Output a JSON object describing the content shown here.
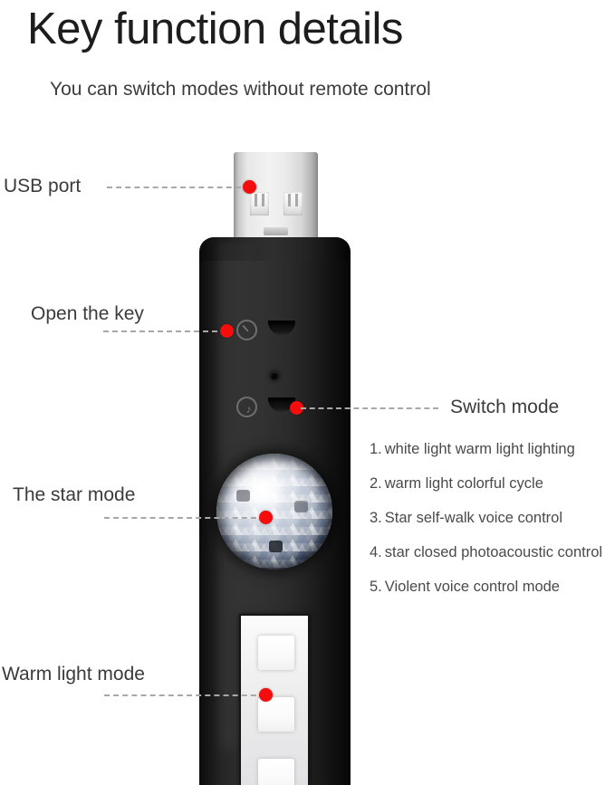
{
  "header": {
    "title": "Key function details",
    "subtitle": "You can switch modes without remote control"
  },
  "callouts": [
    {
      "label": "USB port",
      "name": "usb-port"
    },
    {
      "label": "Open the key",
      "name": "open-the-key"
    },
    {
      "label": "Switch mode",
      "name": "switch-mode"
    },
    {
      "label": "The star mode",
      "name": "the-star-mode"
    },
    {
      "label": "Warm light mode",
      "name": "warm-light-mode"
    }
  ],
  "modes": {
    "items": [
      {
        "num": "1.",
        "text": "white light warm light lighting"
      },
      {
        "num": "2.",
        "text": "warm light colorful cycle"
      },
      {
        "num": "3.",
        "text": "Star self-walk voice control"
      },
      {
        "num": "4.",
        "text": "star closed photoacoustic control"
      },
      {
        "num": "5.",
        "text": "Violent voice control mode"
      }
    ]
  },
  "device": {
    "power_icon": "power-button-icon",
    "mode_icon": "music-note-icon",
    "mic_icon": "microphone-pinhole-icon",
    "note_glyph": "♪"
  },
  "colors": {
    "marker": "#f50d0d",
    "leader": "#a8a8a8",
    "body": "#2e2e2e",
    "text": "#3b3b3b"
  }
}
